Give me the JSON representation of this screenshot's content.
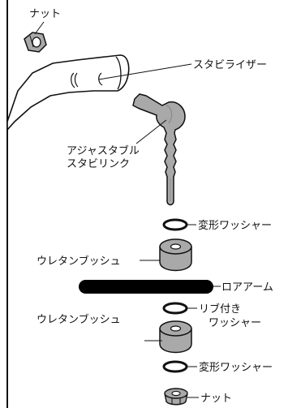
{
  "labels": {
    "nut_top": "ナット",
    "stabilizer": "スタビライザー",
    "adjustable_link_line1": "アジャスタブル",
    "adjustable_link_line2": "スタビリンク",
    "deform_washer_top": "変形ワッシャー",
    "urethane_bush_top": "ウレタンブッシュ",
    "lower_arm": "ロアアーム",
    "rib_washer_line1": "リブ付き",
    "rib_washer_line2": "ワッシャー",
    "urethane_bush_bottom": "ウレタンブッシュ",
    "deform_washer_bottom": "変形ワッシャー",
    "nut_bottom": "ナット"
  },
  "colors": {
    "line": "#111111",
    "part_fill": "#a9a9a9",
    "part_shade": "#8a8a8a",
    "lower_arm": "#000000"
  }
}
